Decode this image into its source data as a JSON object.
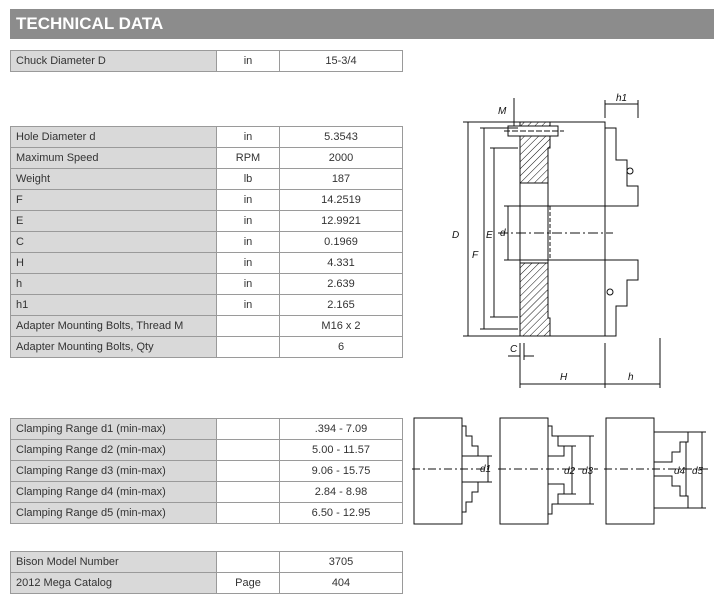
{
  "header": {
    "title": "TECHNICAL DATA"
  },
  "table_chuck": [
    {
      "label": "Chuck Diameter D",
      "unit": "in",
      "value": "15-3/4"
    }
  ],
  "table_specs": [
    {
      "label": "Hole Diameter d",
      "unit": "in",
      "value": "5.3543"
    },
    {
      "label": "Maximum Speed",
      "unit": "RPM",
      "value": "2000"
    },
    {
      "label": "Weight",
      "unit": "lb",
      "value": "187"
    },
    {
      "label": "F",
      "unit": "in",
      "value": "14.2519"
    },
    {
      "label": "E",
      "unit": "in",
      "value": "12.9921"
    },
    {
      "label": "C",
      "unit": "in",
      "value": "0.1969"
    },
    {
      "label": "H",
      "unit": "in",
      "value": "4.331"
    },
    {
      "label": "h",
      "unit": "in",
      "value": "2.639"
    },
    {
      "label": "h1",
      "unit": "in",
      "value": "2.165"
    },
    {
      "label": "Adapter Mounting Bolts, Thread M",
      "unit": "",
      "value": "M16 x 2"
    },
    {
      "label": "Adapter Mounting Bolts, Qty",
      "unit": "",
      "value": "6"
    }
  ],
  "table_clamping": [
    {
      "label": "Clamping Range d1 (min-max)",
      "unit": "",
      "value": ".394 - 7.09"
    },
    {
      "label": "Clamping Range d2 (min-max)",
      "unit": "",
      "value": "5.00 - 11.57"
    },
    {
      "label": "Clamping Range d3 (min-max)",
      "unit": "",
      "value": "9.06 - 15.75"
    },
    {
      "label": "Clamping Range d4 (min-max)",
      "unit": "",
      "value": "2.84 - 8.98"
    },
    {
      "label": "Clamping Range d5 (min-max)",
      "unit": "",
      "value": "6.50 - 12.95"
    }
  ],
  "table_model": [
    {
      "label": "Bison Model Number",
      "unit": "",
      "value": "3705"
    },
    {
      "label": "2012 Mega Catalog",
      "unit": "Page",
      "value": "404"
    }
  ],
  "drawing_labels": {
    "M": "M",
    "h1": "h1",
    "D": "D",
    "F": "F",
    "E": "E",
    "d": "d",
    "C": "C",
    "H": "H",
    "h": "h",
    "d1": "d1",
    "d2": "d2",
    "d3": "d3",
    "d4": "d4",
    "d5": "d5"
  }
}
